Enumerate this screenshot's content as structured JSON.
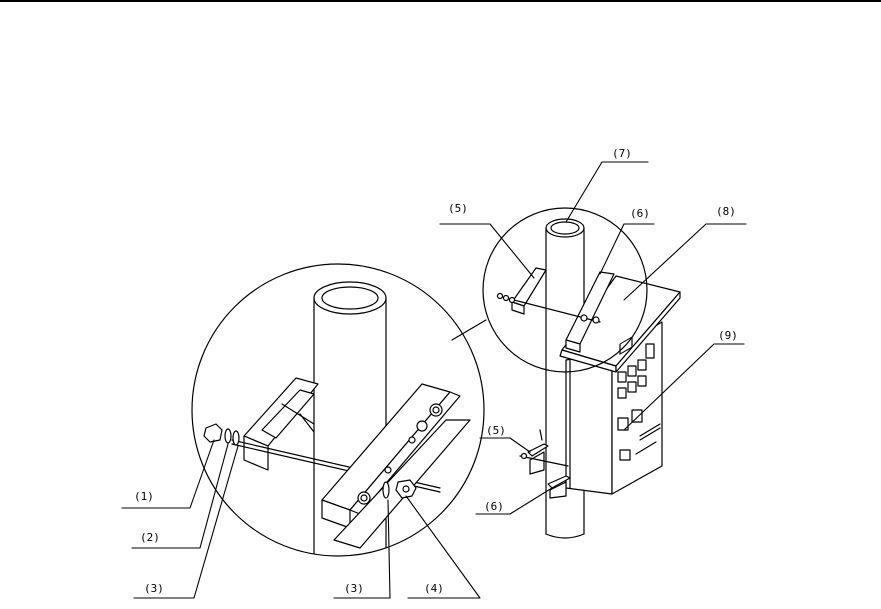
{
  "diagram": {
    "callouts": {
      "c1": "(1)",
      "c2": "(2)",
      "c3a": "(3)",
      "c3b": "(3)",
      "c4": "(4)",
      "c5a": "(5)",
      "c5b": "(5)",
      "c6a": "(6)",
      "c6b": "(6)",
      "c7": "(7)",
      "c8": "(8)",
      "c9": "(9)"
    },
    "stroke_color": "#000000",
    "background_color": "#ffffff"
  }
}
